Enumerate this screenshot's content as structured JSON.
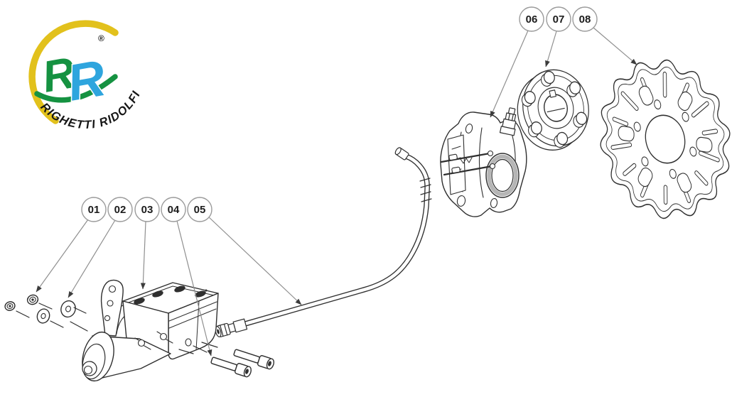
{
  "page": {
    "background_color": "#ffffff"
  },
  "logo": {
    "brand_arc_text": "RIGHETTI RIDOLFI",
    "registered_mark": "®",
    "monogram": {
      "letter_back": "R",
      "letter_front": "R"
    },
    "colors": {
      "ring_yellow": "#e2c11c",
      "monogram_green": "#159241",
      "monogram_blue": "#2ea5de",
      "arc_text_color": "#161616"
    }
  },
  "diagram": {
    "line_color": "#2f2f2f",
    "leader_color": "#8f8f8f",
    "caliper_ring_gray": "#b5b5b5",
    "callouts": [
      {
        "label": "01",
        "target_part": "flange-nut"
      },
      {
        "label": "02",
        "target_part": "washer"
      },
      {
        "label": "03",
        "target_part": "brake-master-cylinder"
      },
      {
        "label": "04",
        "target_part": "socket-head-bolt"
      },
      {
        "label": "05",
        "target_part": "brake-hose"
      },
      {
        "label": "06",
        "target_part": "brake-caliper"
      },
      {
        "label": "07",
        "target_part": "wheel-hub"
      },
      {
        "label": "08",
        "target_part": "brake-disc"
      }
    ]
  }
}
